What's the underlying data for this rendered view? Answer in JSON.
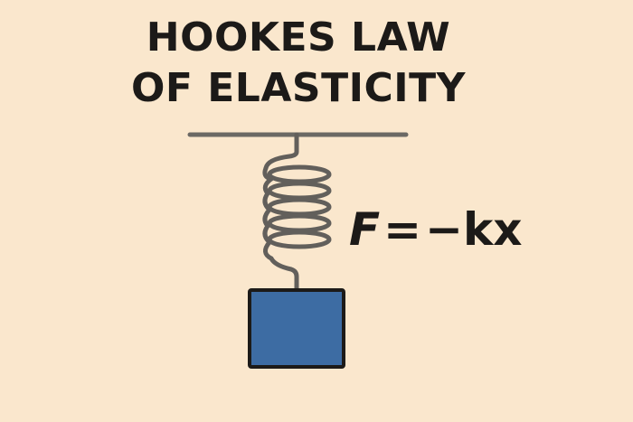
{
  "title": {
    "line1": "HOOKES LAW",
    "line2": "OF ELASTICITY"
  },
  "formula": {
    "force": "F",
    "equals": "=",
    "rhs": "−kx"
  },
  "diagram": {
    "support_color": "#6b6964",
    "spring_color": "#625f5b",
    "mass_fill": "#3d6ca3",
    "mass_border": "#1c1a18",
    "background": "#fae7cd"
  }
}
